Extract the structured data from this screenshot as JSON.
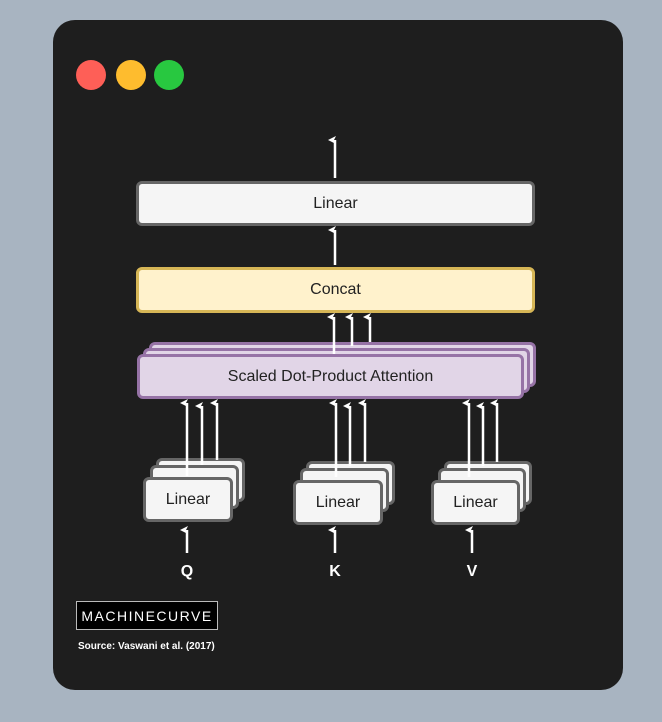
{
  "window": {
    "controls": {
      "close_color": "#fe5f57",
      "minimize_color": "#febc2e",
      "maximize_color": "#28c840"
    }
  },
  "diagram": {
    "output_linear": "Linear",
    "concat": "Concat",
    "attention": "Scaled Dot-Product Attention",
    "q_linear": "Linear",
    "k_linear": "Linear",
    "v_linear": "Linear",
    "inputs": {
      "q": "Q",
      "k": "K",
      "v": "V"
    }
  },
  "logo": "MACHINECURVE",
  "source": "Source: Vaswani et al. (2017)"
}
